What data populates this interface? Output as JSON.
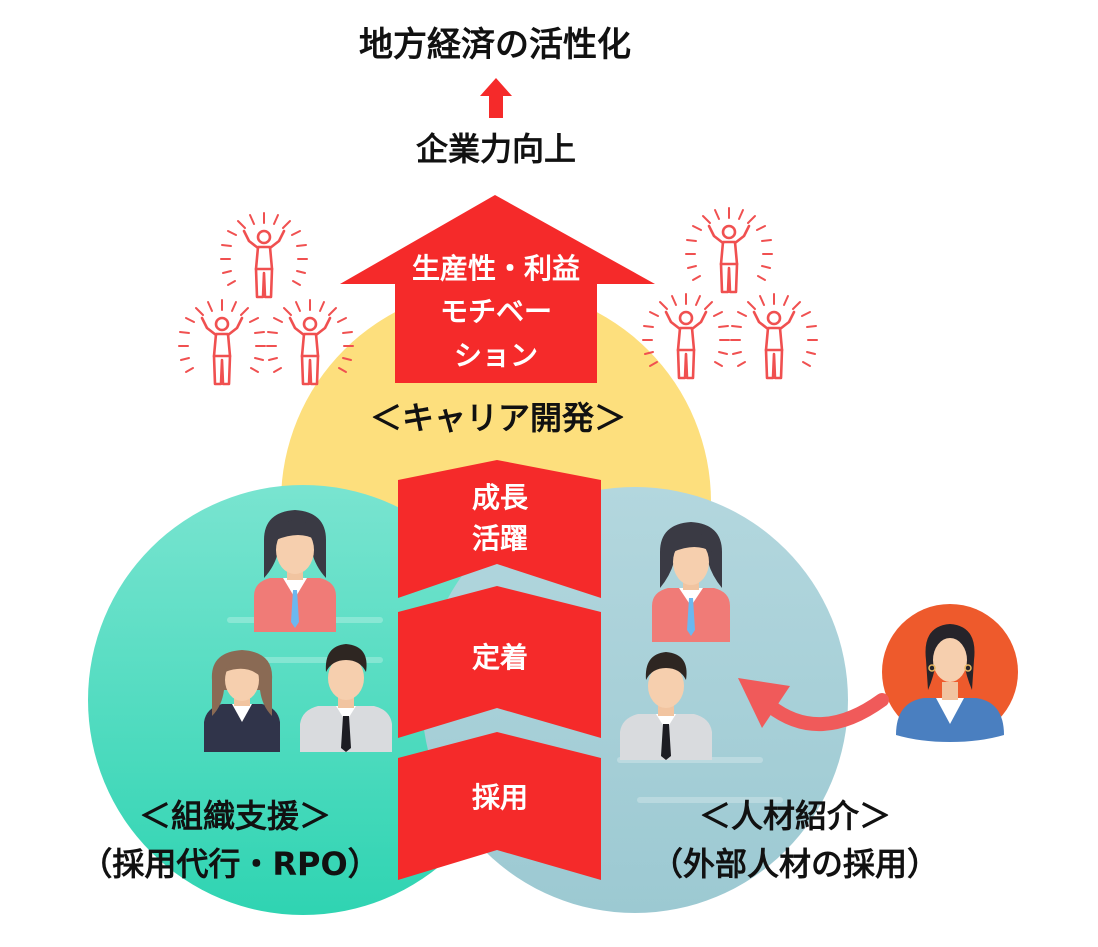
{
  "top": {
    "goal": "地方経済の活性化",
    "sub_goal": "企業力向上"
  },
  "arrows": {
    "top_lines": [
      "生産性・利益",
      "モチベー",
      "ション"
    ],
    "growth_lines": [
      "成長",
      "活躍"
    ],
    "retention": "定着",
    "hiring": "採用"
  },
  "circles": {
    "career": "＜キャリア開発＞",
    "org_title": "＜組織支援＞",
    "org_sub": "（採用代行・RPO）",
    "talent_title": "＜人材紹介＞",
    "talent_sub": "（外部人材の採用）"
  },
  "colors": {
    "red": "#f52a2a",
    "yellow": "#fddf7d",
    "teal": "#3fd9b8",
    "blue": "#a8d0d8",
    "salmon": "#f07b77",
    "orange": "#ee5a2c"
  }
}
